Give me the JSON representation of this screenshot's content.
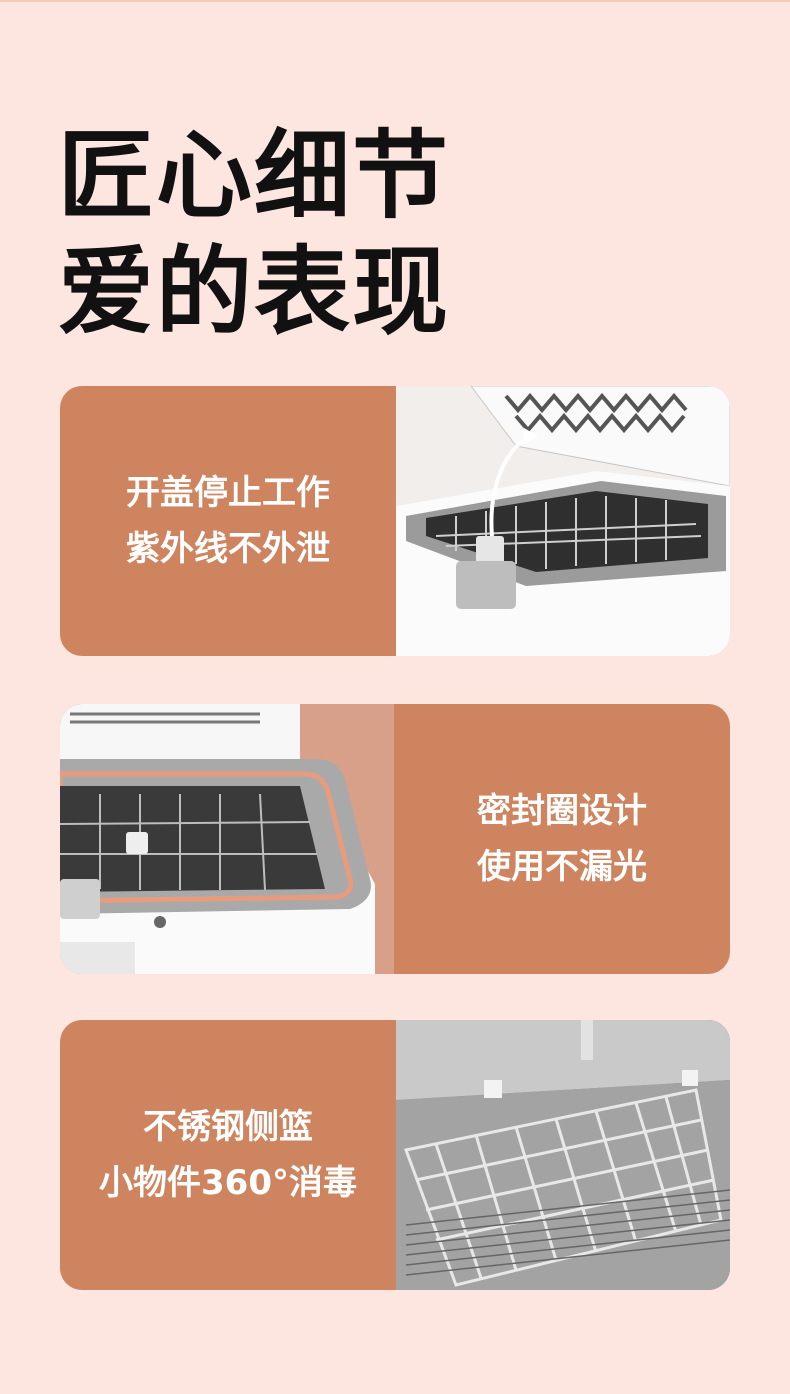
{
  "headline": {
    "line1": "匠心细节",
    "line2": "爱的表现"
  },
  "cards": [
    {
      "line1": "开盖停止工作",
      "line2": "紫外线不外泄"
    },
    {
      "line1": "密封圈设计",
      "line2": "使用不漏光"
    },
    {
      "line1": "不锈钢侧篮",
      "line2": "小物件360°消毒"
    }
  ],
  "colors": {
    "background": "#fde6e0",
    "card": "#cf8460",
    "headline": "#111111"
  }
}
